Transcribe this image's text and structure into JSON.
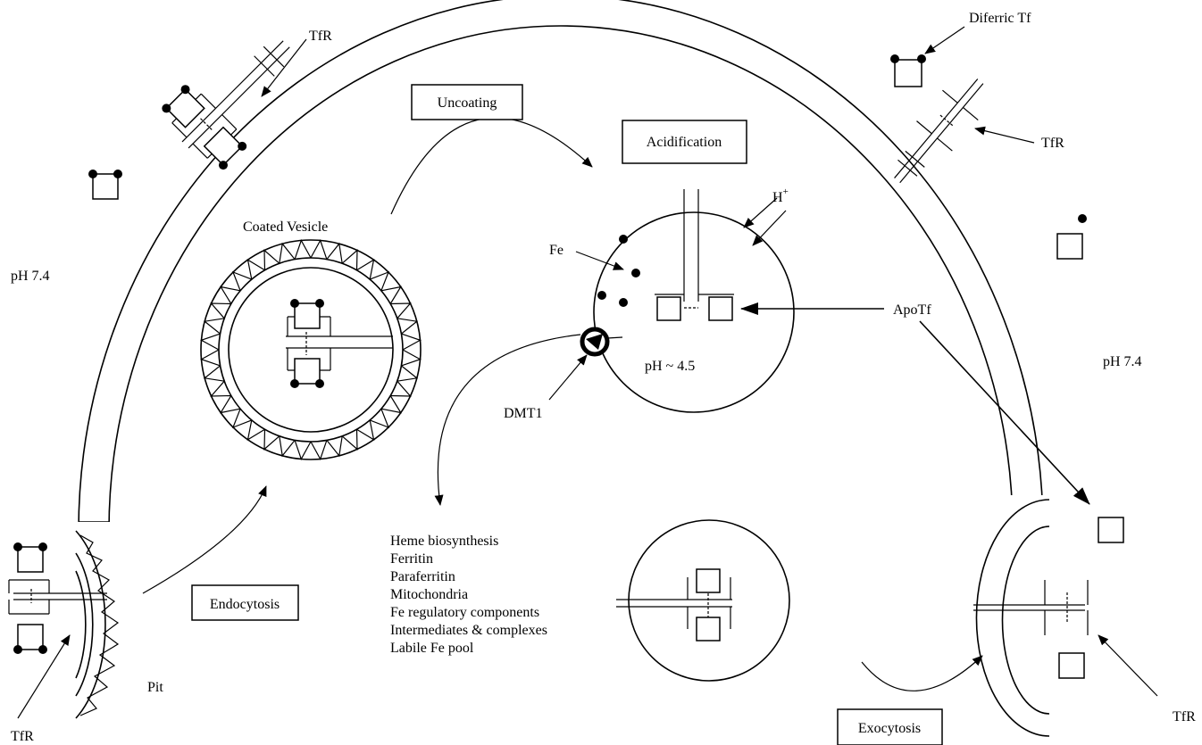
{
  "labels": {
    "tfr_top": "TfR",
    "tfr_right": "TfR",
    "tfr_bottom_left": "TfR",
    "tfr_bottom_right": "TfR",
    "diferric_tf": "Diferric Tf",
    "uncoating": "Uncoating",
    "acidification": "Acidification",
    "coated_vesicle": "Coated Vesicle",
    "ph_left": "pH 7.4",
    "ph_right": "pH 7.4",
    "ph_endosome": "pH ~ 4.5",
    "fe": "Fe",
    "h_plus": "H",
    "h_plus_sup": "+",
    "apotf": "ApoTf",
    "dmt1": "DMT1",
    "endocytosis": "Endocytosis",
    "exocytosis": "Exocytosis",
    "pit": "Pit"
  },
  "fate_list": [
    "Heme biosynthesis",
    "Ferritin",
    "Paraferritin",
    "Mitochondria",
    "Fe regulatory components",
    "Intermediates & complexes",
    "Labile Fe pool"
  ]
}
